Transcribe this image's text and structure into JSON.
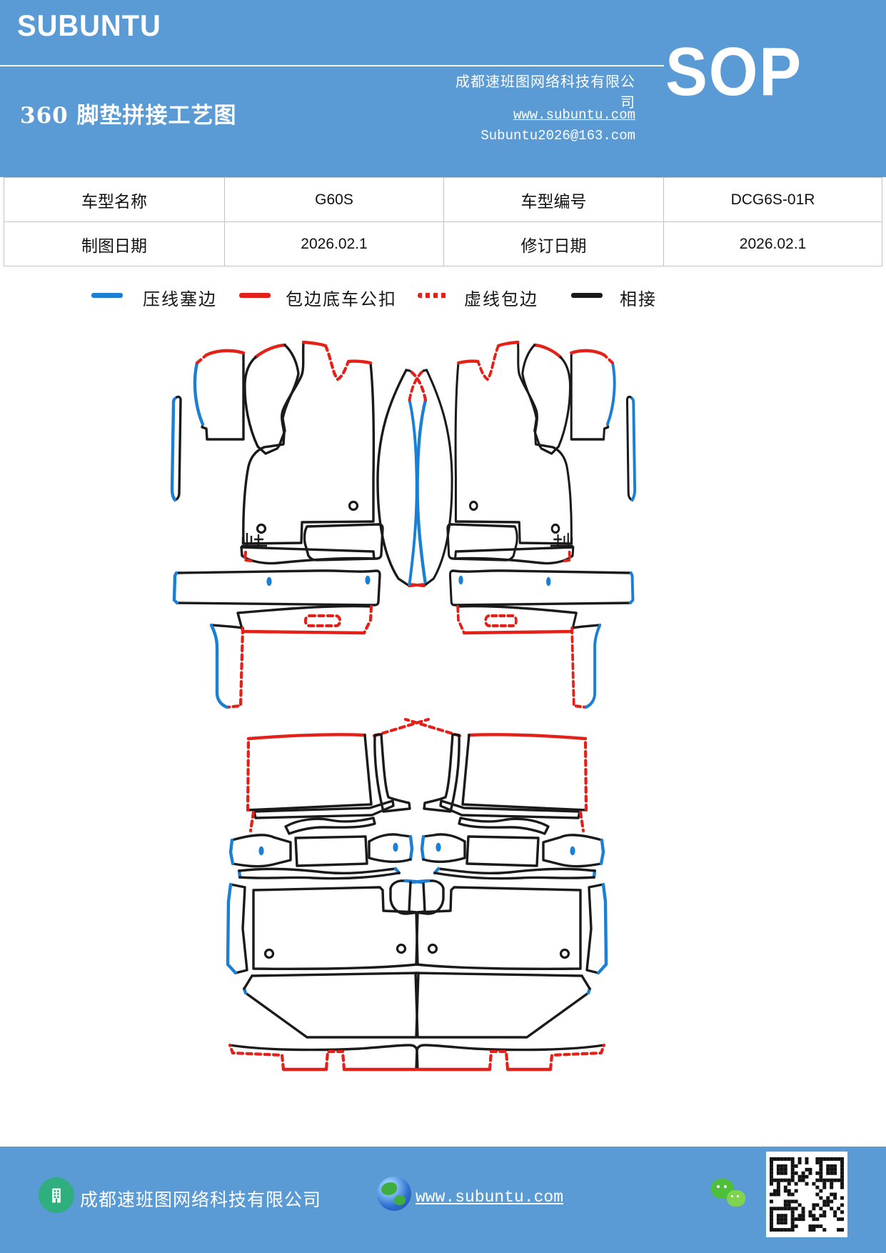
{
  "header": {
    "logo": "SUBUNTU",
    "company": "成都速班图网络科技有限公司",
    "doc_type": "SOP",
    "title": "360 脚垫拼接工艺图",
    "website": "www.subuntu.com",
    "email": "Subuntu2026@163.com"
  },
  "info_table": {
    "rows": [
      {
        "c0": "车型名称",
        "c1": "G60S",
        "c2": "车型编号",
        "c3": "DCG6S-01R"
      },
      {
        "c0": "制图日期",
        "c1": "2026.02.1",
        "c2": "修订日期",
        "c3": "2026.02.1"
      }
    ]
  },
  "legend": {
    "items": [
      {
        "label": "压线塞边",
        "style": "solid-blue"
      },
      {
        "label": "包边底车公扣",
        "style": "solid-red"
      },
      {
        "label": "虚线包边",
        "style": "dashed-red"
      },
      {
        "label": "相接",
        "style": "solid-black"
      }
    ]
  },
  "diagrams": [
    {
      "name": "front-mat-left-group"
    },
    {
      "name": "front-mat-right-group"
    },
    {
      "name": "rear-mat-left-group"
    },
    {
      "name": "rear-mat-right-group"
    }
  ],
  "footer": {
    "company": "成都速班图网络科技有限公司",
    "website": "www.subuntu.com",
    "icons": [
      "building-icon",
      "globe-icon",
      "wechat-icon",
      "qr-code"
    ]
  },
  "colors": {
    "accent_blue": "#5B9BD5",
    "line_blue": "#1B7FD4",
    "line_red": "#E32119",
    "line_black": "#1A1A1A",
    "wechat_green": "#4DBF3A",
    "footer_icon_green": "#2FAE7E"
  }
}
